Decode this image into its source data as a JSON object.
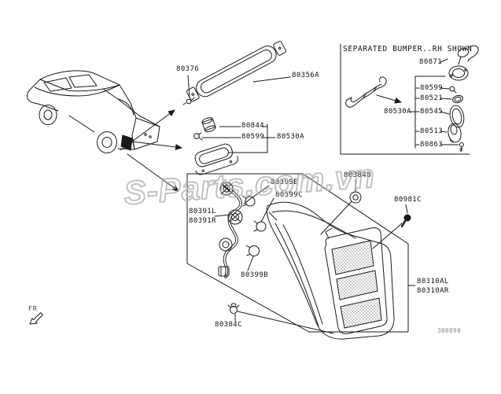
{
  "watermark_text": "S-Parts.com.vn",
  "footer": {
    "diagram_code": "300890"
  },
  "orientation": {
    "front_label": "FR"
  },
  "colors": {
    "line": "#1a1a1a",
    "watermark_outline": "#b3b3b3",
    "background": "#ffffff",
    "text": "#111111"
  },
  "callouts": {
    "high_mount_stop_lamp": {
      "clip": "80376",
      "lamp": "80356A"
    },
    "license_plate_lamp": {
      "socket": "80844",
      "bulb": "80599",
      "assembly": "80530A"
    },
    "rear_combination_lamp": {
      "socket_upper": "80399E",
      "socket_mid": "80399C",
      "harness_left": "80391L",
      "harness_right": "80391R",
      "bulb_lower": "80399B",
      "grommet": "80384B",
      "screw": "80981C",
      "lamp_left": "80310AL",
      "lamp_right": "80310AR",
      "clip": "80384C"
    },
    "separated_bumper_inset": {
      "title": "SEPARATED BUMPER..RH SHOWN",
      "assembly": "80530A",
      "socket": "80871",
      "bulb": "80599",
      "packing": "80521",
      "lens": "80545",
      "housing": "80513",
      "screw": "80863"
    }
  }
}
